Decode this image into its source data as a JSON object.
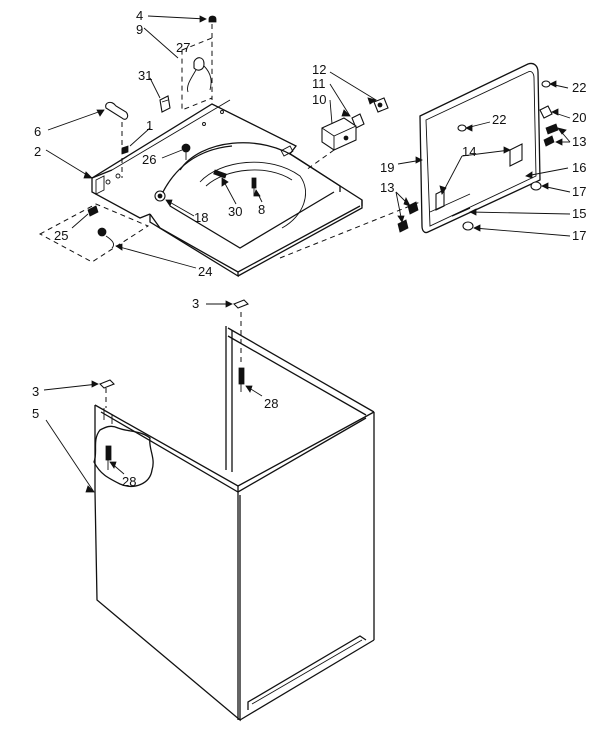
{
  "labels": [
    {
      "id": "l4a",
      "text": "4"
    },
    {
      "id": "l9",
      "text": "9"
    },
    {
      "id": "l27",
      "text": "27"
    },
    {
      "id": "l31",
      "text": "31"
    },
    {
      "id": "l6",
      "text": "6"
    },
    {
      "id": "l1",
      "text": "1"
    },
    {
      "id": "l2",
      "text": "2"
    },
    {
      "id": "l26",
      "text": "26"
    },
    {
      "id": "l12",
      "text": "12"
    },
    {
      "id": "l11",
      "text": "11"
    },
    {
      "id": "l10",
      "text": "10"
    },
    {
      "id": "l22a",
      "text": "22"
    },
    {
      "id": "l22b",
      "text": "22"
    },
    {
      "id": "l20",
      "text": "20"
    },
    {
      "id": "l13a",
      "text": "13"
    },
    {
      "id": "l14",
      "text": "14"
    },
    {
      "id": "l16",
      "text": "16"
    },
    {
      "id": "l19",
      "text": "19"
    },
    {
      "id": "l13b",
      "text": "13"
    },
    {
      "id": "l17a",
      "text": "17"
    },
    {
      "id": "l15",
      "text": "15"
    },
    {
      "id": "l17b",
      "text": "17"
    },
    {
      "id": "l30",
      "text": "30"
    },
    {
      "id": "l8",
      "text": "8"
    },
    {
      "id": "l18",
      "text": "18"
    },
    {
      "id": "l25",
      "text": "25"
    },
    {
      "id": "l24",
      "text": "24"
    },
    {
      "id": "l3a",
      "text": "3"
    },
    {
      "id": "l28a",
      "text": "28"
    },
    {
      "id": "l3b",
      "text": "3"
    },
    {
      "id": "l5",
      "text": "5"
    },
    {
      "id": "l28b",
      "text": "28"
    }
  ]
}
